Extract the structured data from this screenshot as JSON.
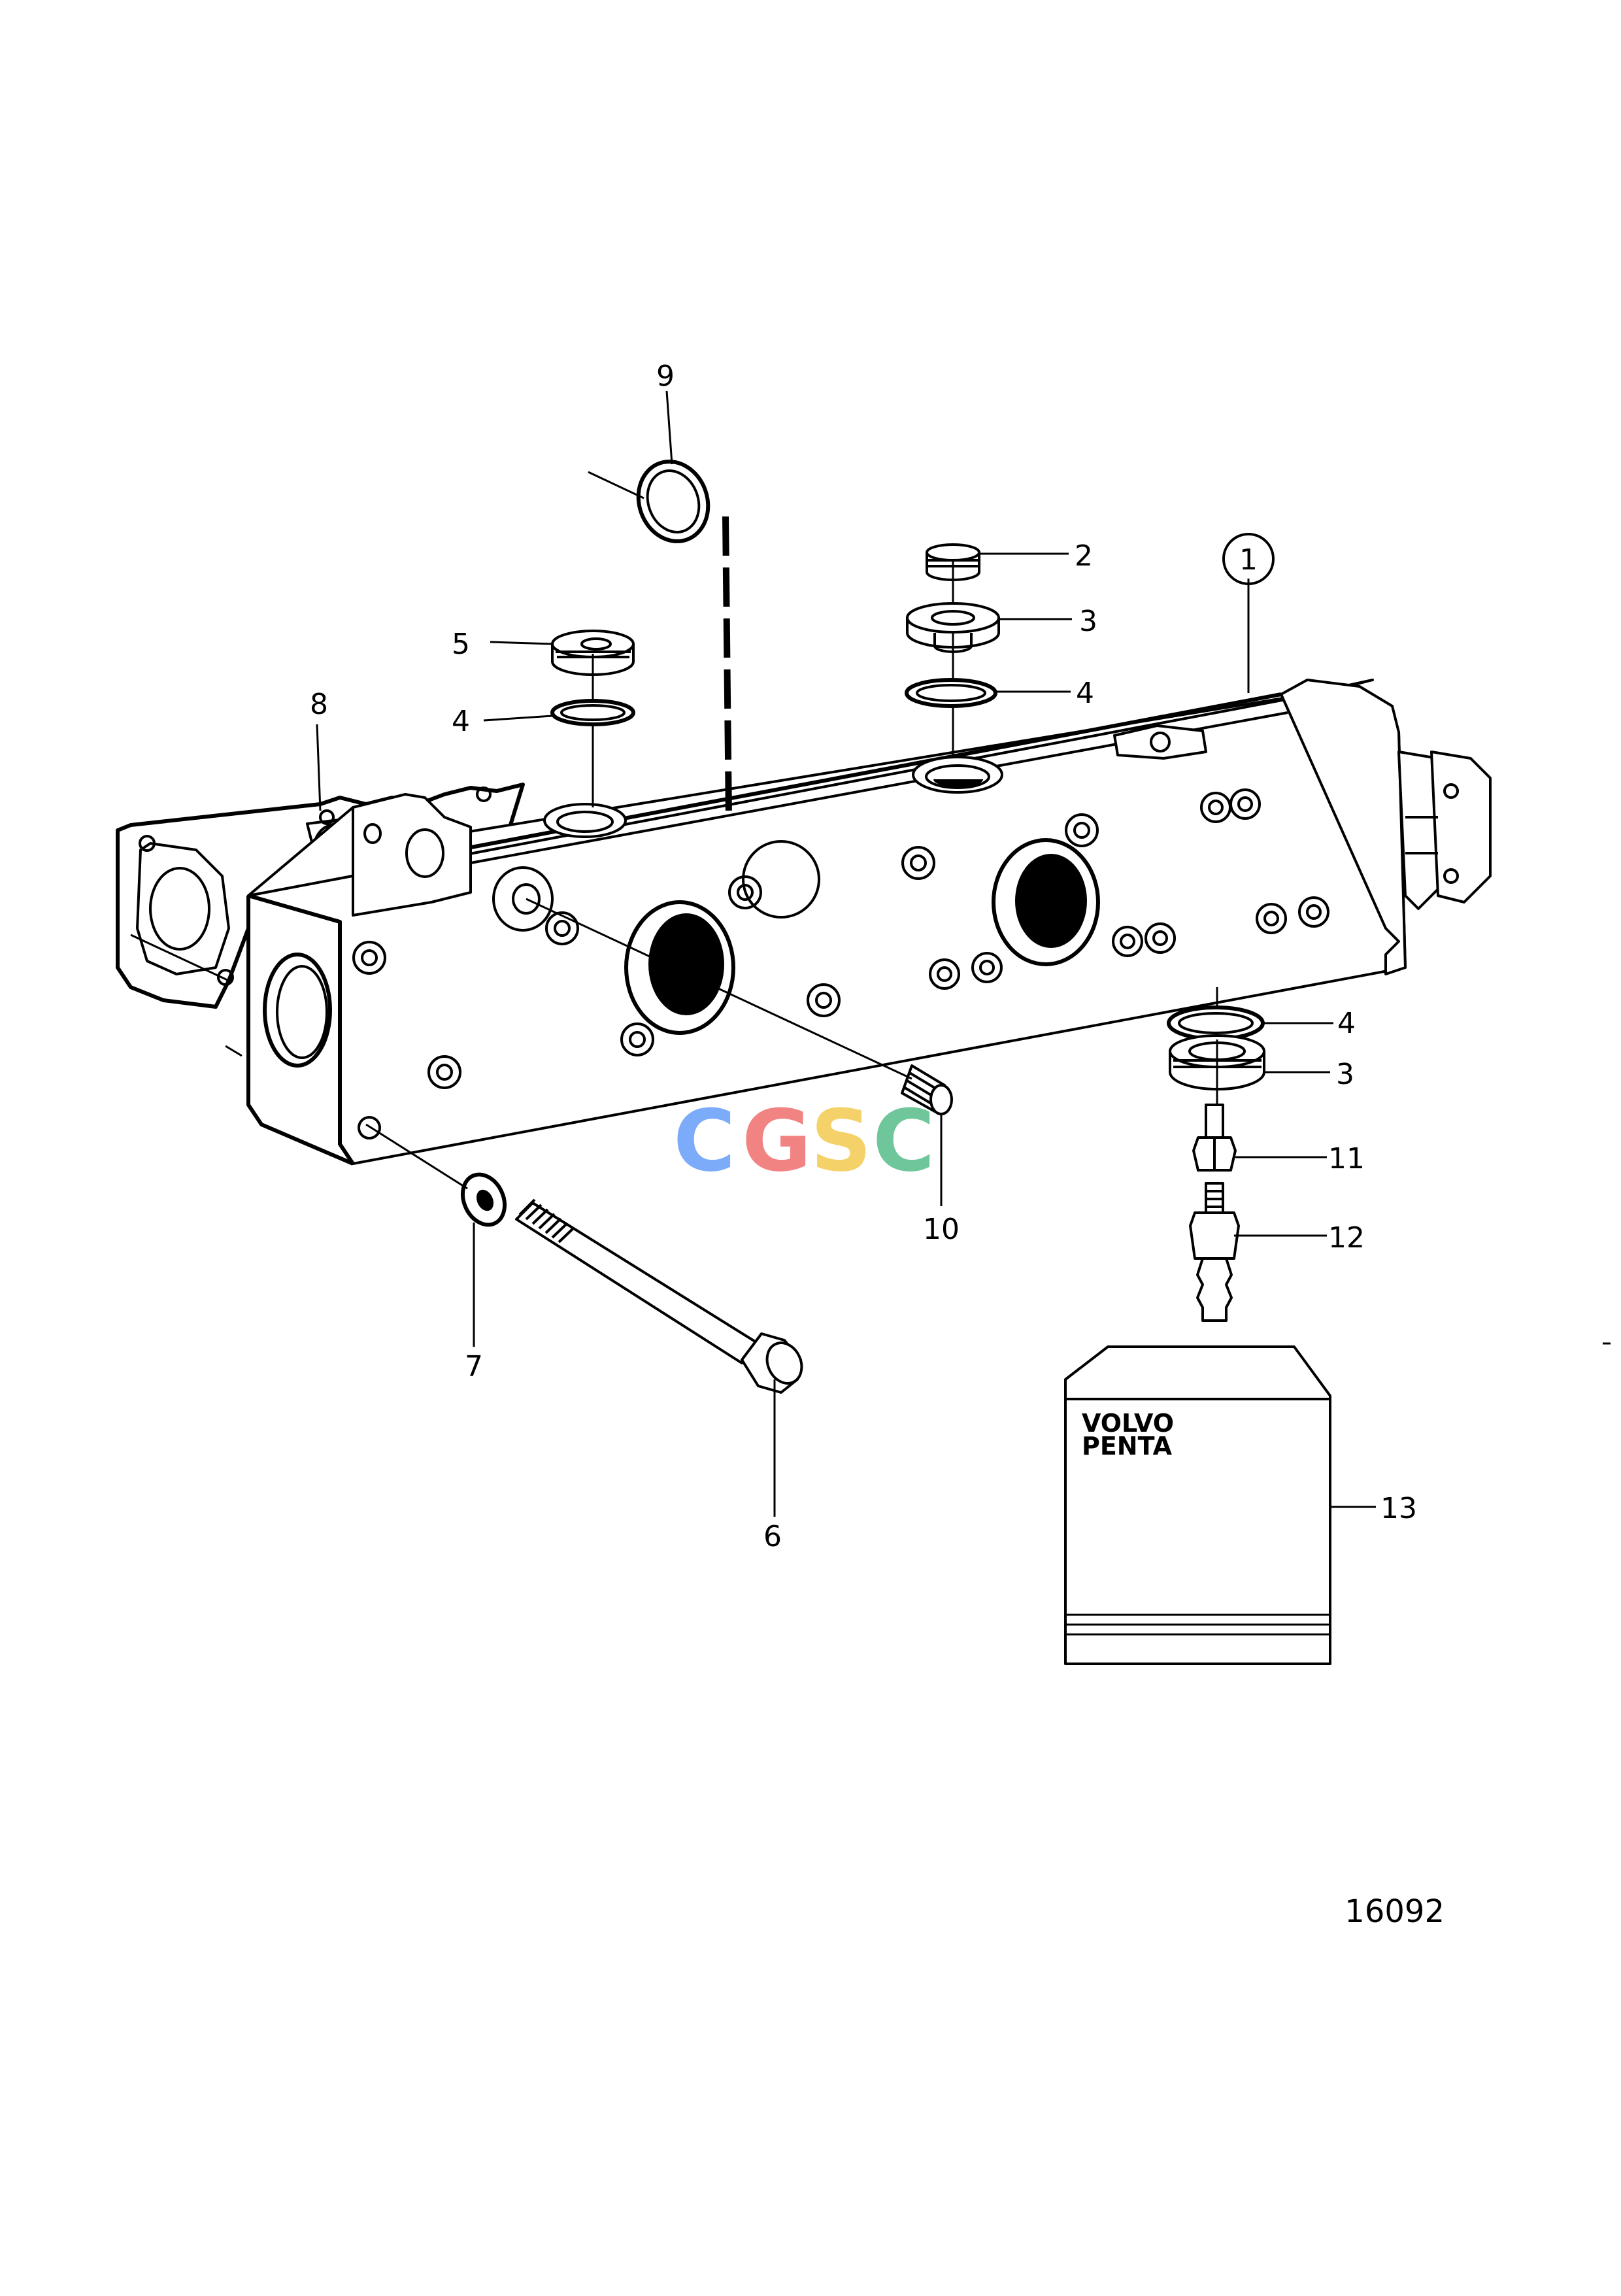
{
  "callouts": [
    {
      "id": "c1",
      "text": "1"
    },
    {
      "id": "c2",
      "text": "2"
    },
    {
      "id": "c3a",
      "text": "3"
    },
    {
      "id": "c3b",
      "text": "3"
    },
    {
      "id": "c4a",
      "text": "4"
    },
    {
      "id": "c4b",
      "text": "4"
    },
    {
      "id": "c4c",
      "text": "4"
    },
    {
      "id": "c5",
      "text": "5"
    },
    {
      "id": "c6",
      "text": "6"
    },
    {
      "id": "c7",
      "text": "7"
    },
    {
      "id": "c8",
      "text": "8"
    },
    {
      "id": "c9",
      "text": "9"
    },
    {
      "id": "c10",
      "text": "10"
    },
    {
      "id": "c11",
      "text": "11"
    },
    {
      "id": "c12",
      "text": "12"
    },
    {
      "id": "c13",
      "text": "13"
    }
  ],
  "kit_brand": {
    "line1": "VOLVO",
    "line2": "PENTA"
  },
  "watermark": {
    "text": "CGSC",
    "colors": [
      "#4f8ff7",
      "#ee5a5a",
      "#f2c237",
      "#3fb37a"
    ]
  },
  "figure_number": "16092"
}
